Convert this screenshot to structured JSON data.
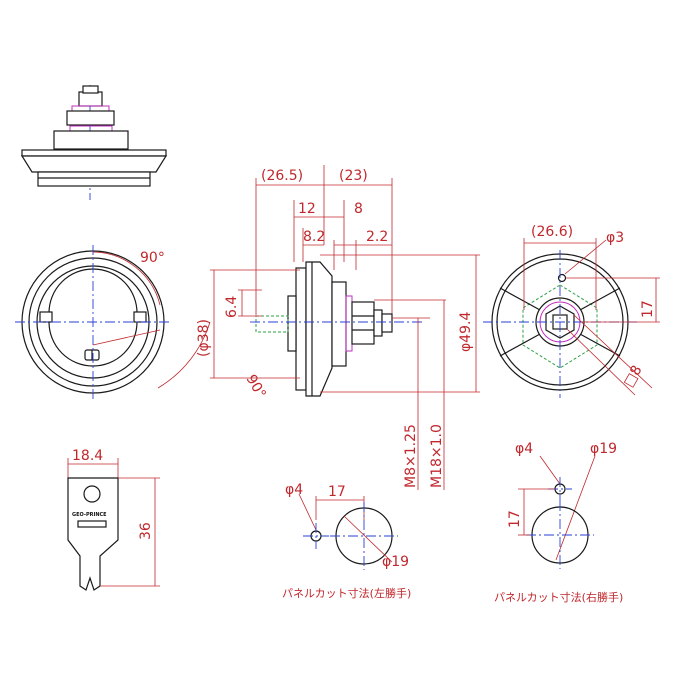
{
  "colors": {
    "dimension": "#c0282d",
    "object": "#1a1a1a",
    "centerline": "#2a3fd6",
    "hidden_green": "#2ea043",
    "washer_magenta": "#c02fc0"
  },
  "side_view": {
    "dim_26_5": "(26.5)",
    "dim_23": "(23)",
    "dim_12": "12",
    "dim_8": "8",
    "dim_8_2": "8.2",
    "dim_2_2": "2.2",
    "dim_6_4": "6.4",
    "dim_phi38": "(φ38)",
    "dim_phi49_4": "φ49.4",
    "thread_m8": "M8×1.25",
    "thread_m18": "M18×1.0"
  },
  "front_view": {
    "angle_90": "90°",
    "angle_90_lower": "90°"
  },
  "rear_view": {
    "dim_26_6": "(26.6)",
    "dim_phi3": "φ3",
    "dim_17": "17",
    "dim_sq8": "□8"
  },
  "key_view": {
    "dim_18_4": "18.4",
    "dim_36": "36",
    "brand": "GEO-PRINCE"
  },
  "panel_cut_left": {
    "phi4": "φ4",
    "dim_17": "17",
    "phi19": "φ19",
    "caption": "パネルカット寸法(左勝手)"
  },
  "panel_cut_right": {
    "phi4": "φ4",
    "phi19": "φ19",
    "dim_17": "17",
    "caption": "パネルカット寸法(右勝手)"
  }
}
